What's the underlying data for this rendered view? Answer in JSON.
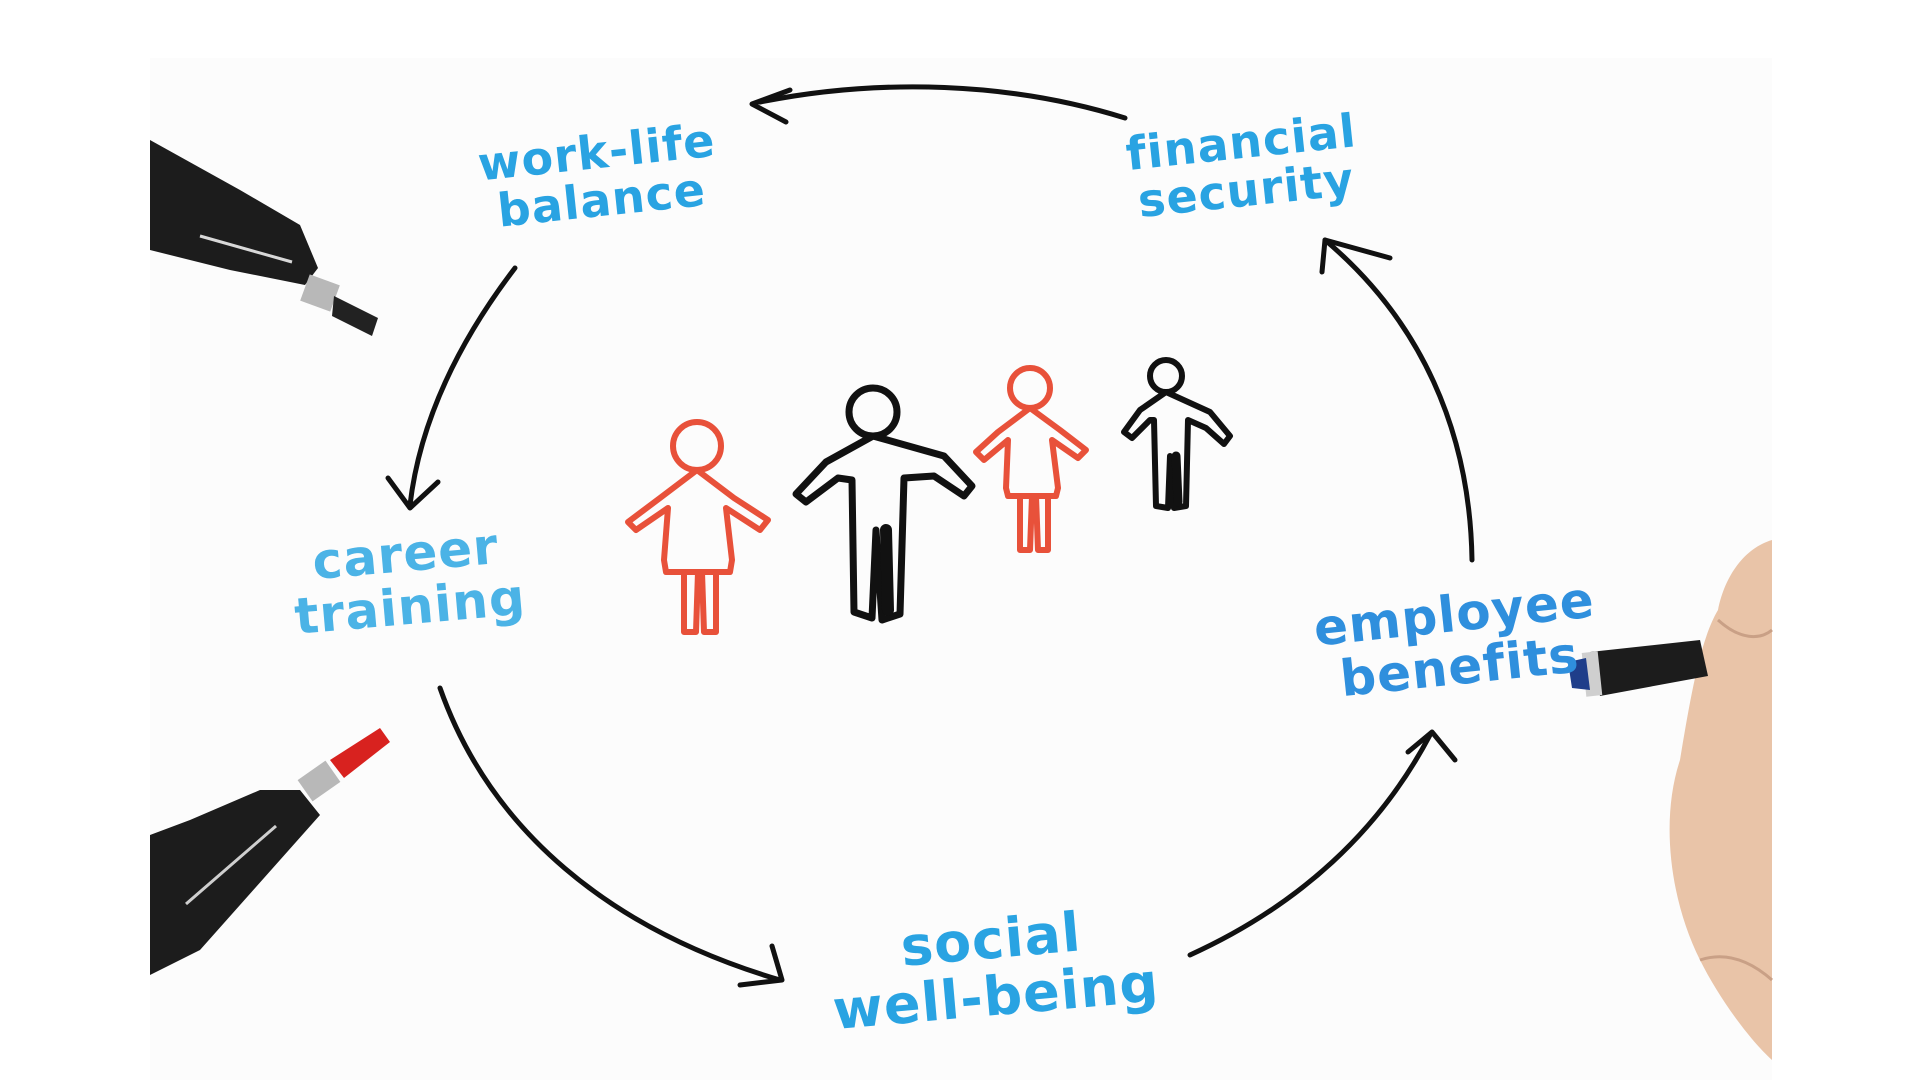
{
  "diagram": {
    "labels": [
      {
        "id": "work-life-balance",
        "lines": [
          "work-life",
          "balance"
        ]
      },
      {
        "id": "financial-security",
        "lines": [
          "financial",
          "security"
        ]
      },
      {
        "id": "career-training",
        "lines": [
          "career",
          "training"
        ]
      },
      {
        "id": "employee-benefits",
        "lines": [
          "employee",
          "benefits"
        ]
      },
      {
        "id": "social-well-being",
        "lines": [
          "social",
          "well-being"
        ]
      }
    ],
    "colors": {
      "label_text": "#29a3e2",
      "arrow": "#111111",
      "figure_red": "#e8513a",
      "figure_black": "#111111",
      "marker_body": "#1c1c1c",
      "marker_red_tip": "#d8221f",
      "skin": "#e9c4a8"
    },
    "icons": [
      "marker-pen-icon",
      "red-marker-pen-icon",
      "person-figure-icon",
      "cycle-arrow-icon",
      "hand-holding-pen-icon"
    ]
  }
}
